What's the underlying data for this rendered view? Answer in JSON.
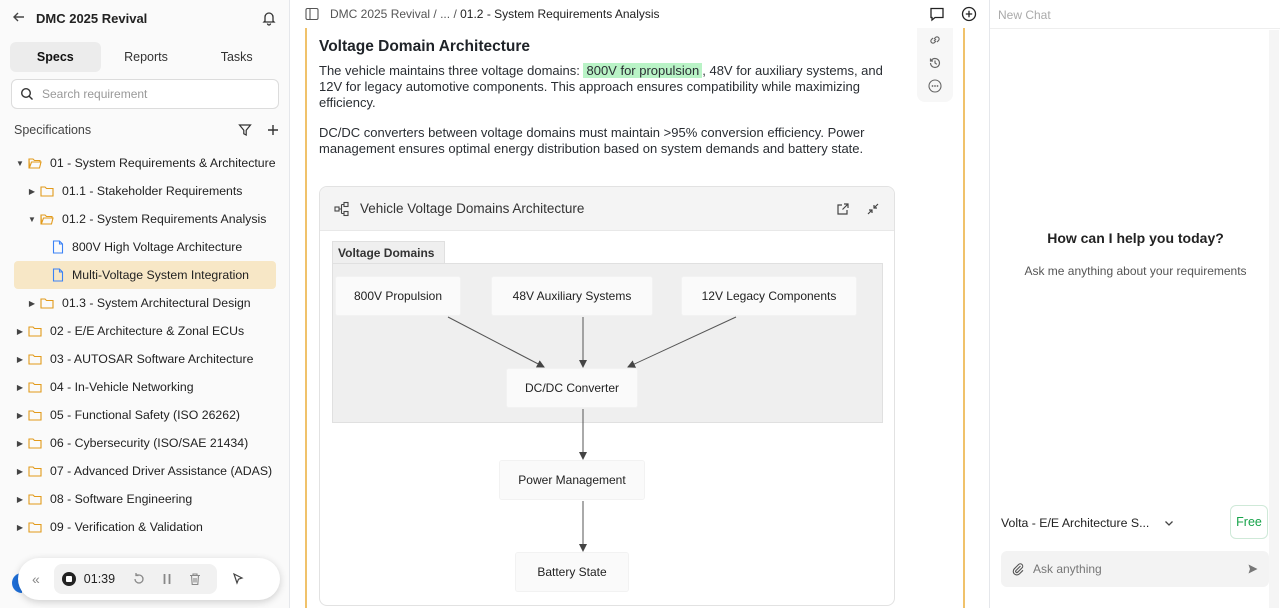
{
  "sidebar": {
    "project_title": "DMC 2025 Revival",
    "tabs": [
      "Specs",
      "Reports",
      "Tasks"
    ],
    "search_placeholder": "Search requirement",
    "section_title": "Specifications",
    "tree": [
      {
        "label": "01 - System Requirements & Architecture",
        "expanded": true
      },
      {
        "label": "01.1 - Stakeholder Requirements",
        "expanded": false
      },
      {
        "label": "01.2 - System Requirements Analysis",
        "expanded": true
      },
      {
        "label": "800V High Voltage Architecture"
      },
      {
        "label": "Multi-Voltage System Integration",
        "selected": true
      },
      {
        "label": "01.3 - System Architectural Design",
        "expanded": false
      },
      {
        "label": "02 - E/E Architecture & Zonal ECUs",
        "expanded": false
      },
      {
        "label": "03 - AUTOSAR Software Architecture",
        "expanded": false
      },
      {
        "label": "04 - In-Vehicle Networking",
        "expanded": false
      },
      {
        "label": "05 - Functional Safety (ISO 26262)",
        "expanded": false
      },
      {
        "label": "06 - Cybersecurity (ISO/SAE 21434)",
        "expanded": false
      },
      {
        "label": "07 - Advanced Driver Assistance (ADAS)",
        "expanded": false
      },
      {
        "label": "08 - Software Engineering",
        "expanded": false
      },
      {
        "label": "09 - Verification & Validation",
        "expanded": false
      }
    ],
    "recorder": {
      "time": "01:39"
    }
  },
  "main": {
    "breadcrumb": {
      "root": "DMC 2025 Revival",
      "sep": "/",
      "ellipsis": "...",
      "current": "01.2 - System Requirements Analysis"
    },
    "heading": "Voltage Domain Architecture",
    "para1_pre": "The vehicle maintains three voltage domains: ",
    "para1_highlight": "800V for propulsion",
    "para1_post": ", 48V for auxiliary systems, and 12V for legacy automotive components. This approach ensures compatibility while maximizing efficiency.",
    "para2": "DC/DC converters between voltage domains must maintain >95% conversion efficiency. Power management ensures optimal energy distribution based on system demands and battery state.",
    "diagram": {
      "title": "Vehicle Voltage Domains Architecture",
      "group_label": "Voltage Domains",
      "nodes": {
        "propulsion": "800V Propulsion",
        "auxiliary": "48V Auxiliary Systems",
        "legacy": "12V Legacy Components",
        "converter": "DC/DC Converter",
        "power": "Power Management",
        "battery": "Battery State"
      }
    }
  },
  "chat": {
    "title": "New Chat",
    "welcome": "How can I help you today?",
    "subtitle": "Ask me anything about your requirements",
    "model": "Volta - E/E Architecture S...",
    "plan": "Free",
    "input_placeholder": "Ask anything"
  },
  "colors": {
    "selected_bg": "#f7e7c6",
    "highlight": "#b9f3c6",
    "accent_border": "#f0c26b",
    "free_green": "#17a34a"
  }
}
